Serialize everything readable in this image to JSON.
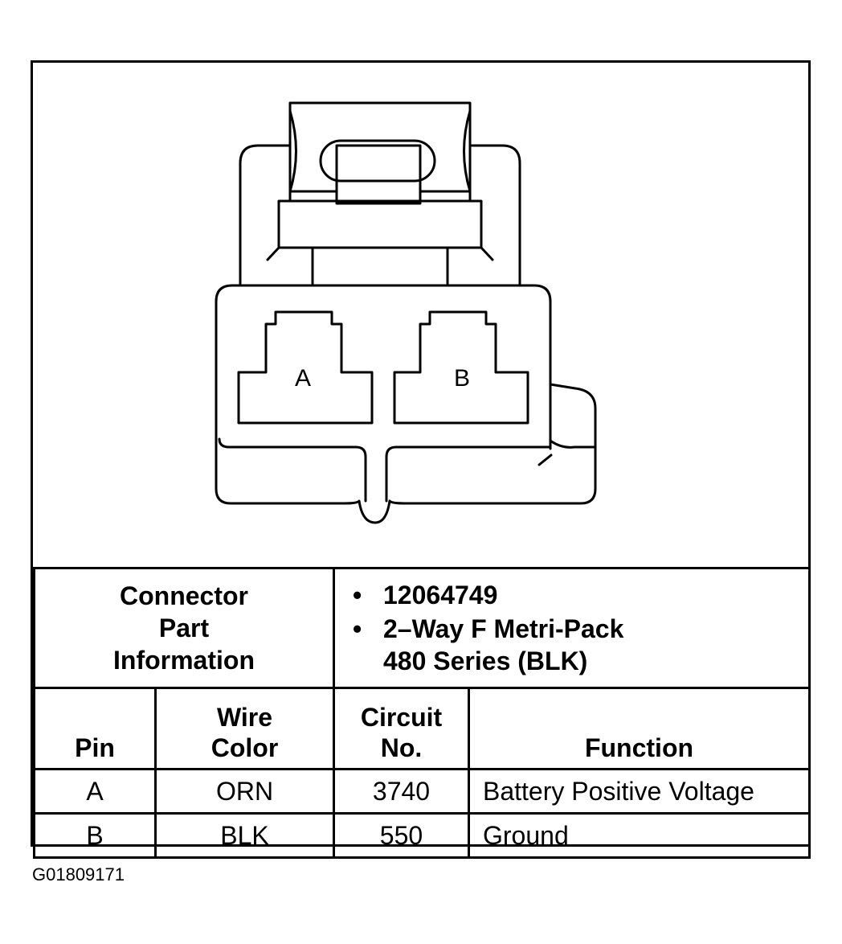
{
  "connector": {
    "cavity_labels": [
      "A",
      "B"
    ]
  },
  "part_info": {
    "label": "Connector Part Information",
    "items": [
      {
        "bullet": "•",
        "line1": "12064749",
        "line2": ""
      },
      {
        "bullet": "•",
        "line1": "2–Way F Metri-Pack",
        "line2": "480 Series (BLK)"
      }
    ]
  },
  "pin_table": {
    "headers": [
      "Pin",
      "Wire Color",
      "Circuit No.",
      "Function"
    ],
    "rows": [
      {
        "pin": "A",
        "color": "ORN",
        "circuit": "3740",
        "function": "Battery Positive Voltage"
      },
      {
        "pin": "B",
        "color": "BLK",
        "circuit": "550",
        "function": "Ground"
      }
    ]
  },
  "figure_id": "G01809171"
}
